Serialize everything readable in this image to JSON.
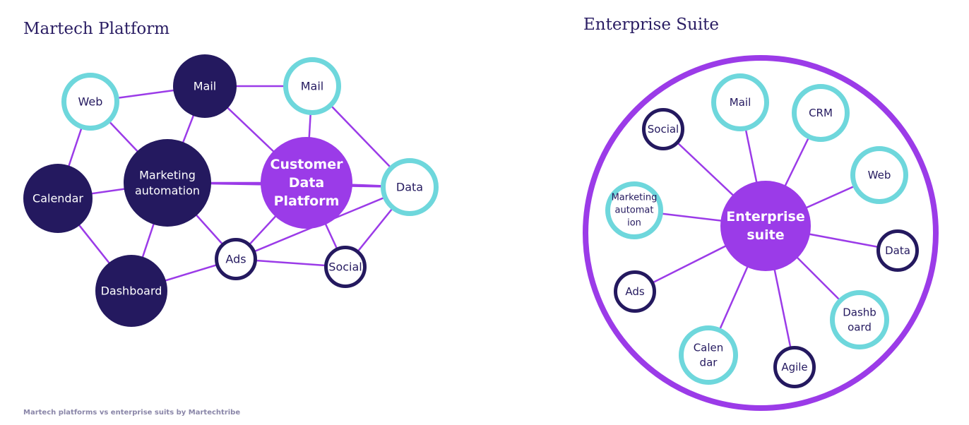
{
  "titles": {
    "left": "Martech Platform",
    "right": "Enterprise Suite"
  },
  "caption": "Martech platforms vs enterprise suits by Martechtribe",
  "colors": {
    "navy": "#24195f",
    "purple": "#9b3be8",
    "teal": "#6ed7dc",
    "edge": "#9b3be8",
    "text_dark": "#24195f",
    "text_light": "#ffffff"
  },
  "martech": {
    "nodes": [
      {
        "id": "web",
        "label": [
          "Web"
        ],
        "style": "teal"
      },
      {
        "id": "mail1",
        "label": [
          "Mail"
        ],
        "style": "navy"
      },
      {
        "id": "mail2",
        "label": [
          "Mail"
        ],
        "style": "teal"
      },
      {
        "id": "calendar",
        "label": [
          "Calendar"
        ],
        "style": "navy"
      },
      {
        "id": "ma",
        "label": [
          "Marketing",
          "automation"
        ],
        "style": "navy"
      },
      {
        "id": "cdp",
        "label": [
          "Customer",
          "Data",
          "Platform"
        ],
        "style": "purple"
      },
      {
        "id": "data",
        "label": [
          "Data"
        ],
        "style": "teal"
      },
      {
        "id": "ads",
        "label": [
          "Ads"
        ],
        "style": "navy-ring"
      },
      {
        "id": "social",
        "label": [
          "Social"
        ],
        "style": "navy-ring"
      },
      {
        "id": "dashboard",
        "label": [
          "Dashboard"
        ],
        "style": "navy"
      }
    ]
  },
  "enterprise": {
    "nodes": [
      {
        "id": "es",
        "label": [
          "Enterprise",
          "suite"
        ],
        "style": "purple"
      },
      {
        "id": "e-social",
        "label": [
          "Social"
        ],
        "style": "navy-ring"
      },
      {
        "id": "e-mail",
        "label": [
          "Mail"
        ],
        "style": "teal"
      },
      {
        "id": "e-crm",
        "label": [
          "CRM"
        ],
        "style": "teal"
      },
      {
        "id": "e-web",
        "label": [
          "Web"
        ],
        "style": "teal"
      },
      {
        "id": "e-ma",
        "label": [
          "Marketing",
          "automat",
          "ion"
        ],
        "style": "teal"
      },
      {
        "id": "e-data",
        "label": [
          "Data"
        ],
        "style": "navy-ring"
      },
      {
        "id": "e-ads",
        "label": [
          "Ads"
        ],
        "style": "navy-ring"
      },
      {
        "id": "e-dash",
        "label": [
          "Dashb",
          "oard"
        ],
        "style": "teal"
      },
      {
        "id": "e-cal",
        "label": [
          "Calen",
          "dar"
        ],
        "style": "teal"
      },
      {
        "id": "e-agile",
        "label": [
          "Agile"
        ],
        "style": "navy-ring"
      }
    ]
  }
}
